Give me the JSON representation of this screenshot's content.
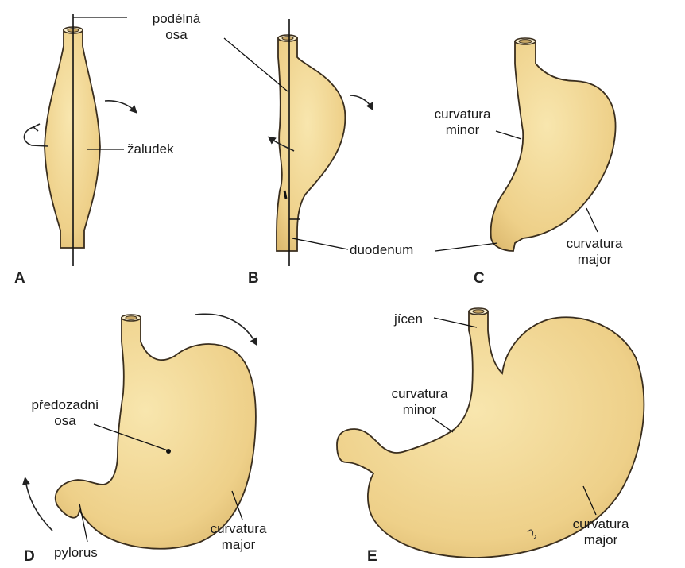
{
  "labels": {
    "podelna_osa_1": "podélná",
    "podelna_osa_2": "osa",
    "zaludek": "žaludek",
    "duodenum": "duodenum",
    "curvatura_minor_c_1": "curvatura",
    "curvatura_minor_c_2": "minor",
    "curvatura_major_c_1": "curvatura",
    "curvatura_major_c_2": "major",
    "predozadni_osa_1": "předozadní",
    "predozadni_osa_2": "osa",
    "pylorus": "pylorus",
    "curvatura_major_d_1": "curvatura",
    "curvatura_major_d_2": "major",
    "jicen": "jícen",
    "curvatura_minor_e_1": "curvatura",
    "curvatura_minor_e_2": "minor",
    "curvatura_major_e_1": "curvatura",
    "curvatura_major_e_2": "major"
  },
  "panels": {
    "a": "A",
    "b": "B",
    "c": "C",
    "d": "D",
    "e": "E"
  },
  "colors": {
    "organ_fill": "#f1d88e",
    "organ_stroke": "#3a2e1e",
    "line": "#111111"
  }
}
